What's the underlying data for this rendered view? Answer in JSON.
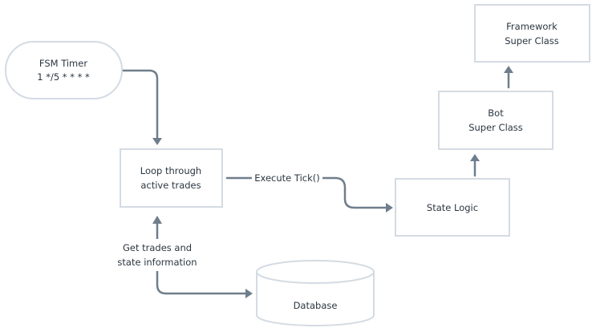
{
  "nodes": {
    "fsm_timer": {
      "line1": "FSM Timer",
      "line2": "1 */5 * * * *"
    },
    "loop": {
      "line1": "Loop through",
      "line2": "active trades"
    },
    "state_logic": {
      "line1": "State Logic"
    },
    "bot": {
      "line1": "Bot",
      "line2": "Super Class"
    },
    "framework": {
      "line1": "Framework",
      "line2": "Super Class"
    },
    "database": {
      "line1": "Database"
    }
  },
  "edges": {
    "execute_tick": {
      "label": "Execute Tick()"
    },
    "get_trades": {
      "line1": "Get trades and",
      "line2": "state information"
    }
  },
  "colors": {
    "node_border": "#d4dbe3",
    "arrow": "#6f7e8c",
    "text": "#2b3640",
    "background": "#ffffff"
  }
}
